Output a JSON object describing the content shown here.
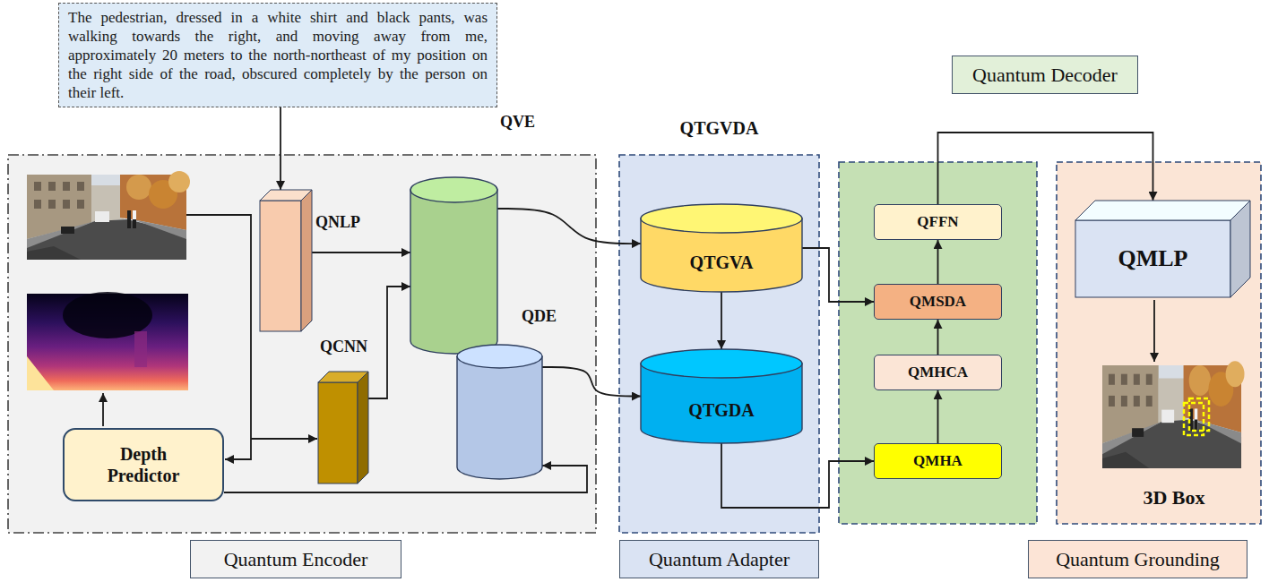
{
  "diagram": {
    "nodes": [
      {
        "text": [
          "The pedestrian, dressed in a white shirt and black pants, was walking towards the right, and moving away from me, approximately 20 meters to the north-northeast of my position on the right side of the road, obscured completely by the person on their left."
        ]
      },
      {
        "text": [
          "Quantum Encoder"
        ]
      },
      {
        "text": [
          "QNLP"
        ],
        "in": 1
      },
      {
        "text": [
          "QVE"
        ],
        "in": 1
      },
      {
        "text": [
          "QCNN"
        ],
        "in": 1
      },
      {
        "text": [
          "QDE"
        ],
        "in": 1
      },
      {
        "text": [
          "Depth Predictor"
        ],
        "in": 1
      },
      {
        "text": [
          "QTGVDA",
          "Quantum Adapter"
        ]
      },
      {
        "text": [
          "QTGVA"
        ],
        "in": 7
      },
      {
        "text": [
          "QTGDA"
        ],
        "in": 7
      },
      {
        "text": [
          "Quantum Decoder"
        ]
      },
      {
        "text": [
          "QFFN"
        ],
        "in": 10
      },
      {
        "text": [
          "QMSDA"
        ],
        "in": 10
      },
      {
        "text": [
          "QMHCA"
        ],
        "in": 10
      },
      {
        "text": [
          "QMHA"
        ],
        "in": 10
      },
      {
        "text": [
          "Quantum Grounding"
        ]
      },
      {
        "text": [
          "QMLP"
        ],
        "in": 15
      }
    ],
    "edges": [
      {
        "from": 0,
        "to": 2,
        "arrow": "to"
      },
      {
        "from": 2,
        "to": 3,
        "arrow": "to"
      },
      {
        "from": 4,
        "to": 3,
        "arrow": "to"
      },
      {
        "from": 6,
        "to": 5,
        "arrow": "to"
      },
      {
        "from": 3,
        "to": 8,
        "arrow": "to"
      },
      {
        "from": 5,
        "to": 9,
        "arrow": "to"
      },
      {
        "from": 8,
        "to": 9,
        "arrow": "to"
      },
      {
        "from": 8,
        "to": 12,
        "arrow": "to"
      },
      {
        "from": 9,
        "to": 14,
        "arrow": "to"
      },
      {
        "from": 14,
        "to": 13,
        "arrow": "to"
      },
      {
        "from": 13,
        "to": 12,
        "arrow": "to"
      },
      {
        "from": 12,
        "to": 11,
        "arrow": "to"
      },
      {
        "from": 11,
        "to": 16,
        "arrow": "to"
      }
    ],
    "labels": [
      "3D Box"
    ]
  }
}
